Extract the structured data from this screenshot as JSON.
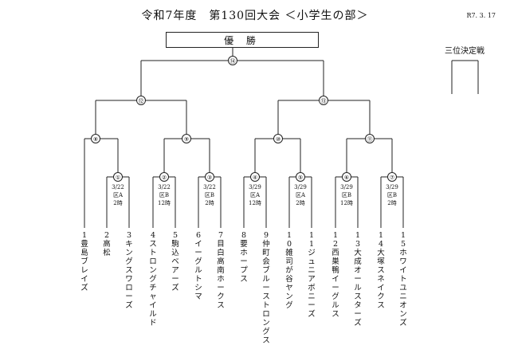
{
  "header": {
    "title": "令和7年度　第130回大会 ＜小学生の部＞",
    "date": "R7. 3. 17",
    "champion_label": "優 勝",
    "third_place_label": "三位決定戦"
  },
  "match_numbers": {
    "final": "⑭",
    "semi_left": "⑫",
    "semi_right": "⑬",
    "qf_left_a": "⑧",
    "qf_left_b": "⑨",
    "qf_right_a": "⑩",
    "qf_right_b": "⑪",
    "r1_1": "①",
    "r1_2": "②",
    "r1_3": "③",
    "r1_4": "④",
    "r1_5": "⑤",
    "r1_6": "⑥",
    "r1_7": "⑦"
  },
  "first_round_info": [
    {
      "date": "3/22",
      "court": "区A",
      "time": "2時"
    },
    {
      "date": "3/22",
      "court": "区B",
      "time": "12時"
    },
    {
      "date": "3/22",
      "court": "区B",
      "time": "2時"
    },
    {
      "date": "3/29",
      "court": "区A",
      "time": "12時"
    },
    {
      "date": "3/29",
      "court": "区A",
      "time": "2時"
    },
    {
      "date": "3/29",
      "court": "区B",
      "time": "12時"
    },
    {
      "date": "3/29",
      "court": "区B",
      "time": "2時"
    }
  ],
  "teams": [
    "1豊島ブレイズ",
    "2高　　松",
    "3キングスワローズ",
    "4ストロングチャイルド",
    "5駒込ベアーズ",
    "6イーグルトシマ",
    "7目白高南ホークス",
    "8要ホープス",
    "9仲町会ブルーストロングス",
    "10雑司が谷ヤング",
    "11ジュニアボニーズ",
    "12西巣鴨イーグルス",
    "13大成オールスターズ",
    "14大塚スネイクス",
    "15ホワイトユニオンズ"
  ]
}
